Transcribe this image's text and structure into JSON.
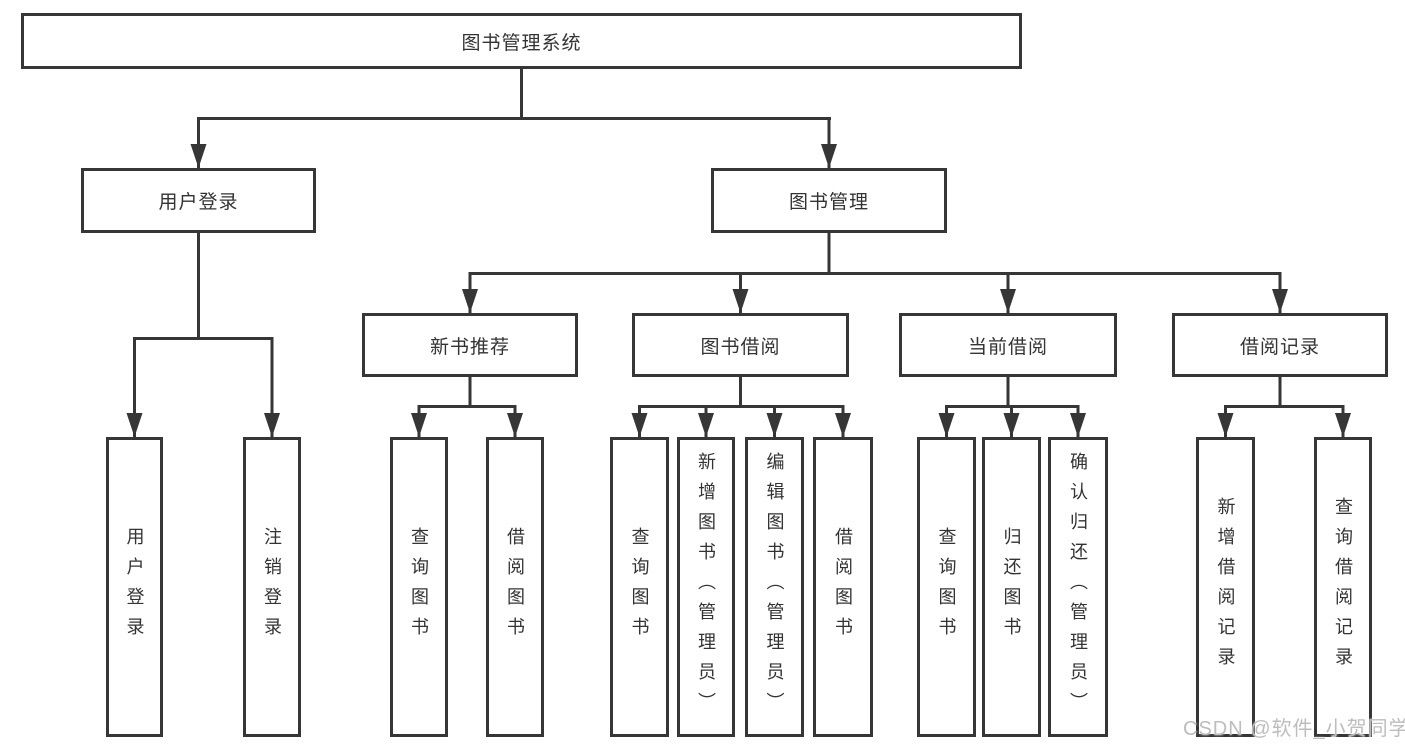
{
  "diagram": {
    "root": "图书管理系统",
    "level2": [
      "用户登录",
      "图书管理"
    ],
    "level3": [
      "新书推荐",
      "图书借阅",
      "当前借阅",
      "借阅记录"
    ],
    "leaves": [
      "用户登录",
      "注销登录",
      "查询图书",
      "借阅图书",
      "查询图书",
      "新增图书（管理员）",
      "编辑图书（管理员）",
      "借阅图书",
      "查询图书",
      "归还图书",
      "确认归还（管理员）",
      "新增借阅记录",
      "查询借阅记录"
    ],
    "line_color": "#363636",
    "watermark_color": "#bdbdbd"
  },
  "watermark": "CSDN @软件_小贺同学"
}
